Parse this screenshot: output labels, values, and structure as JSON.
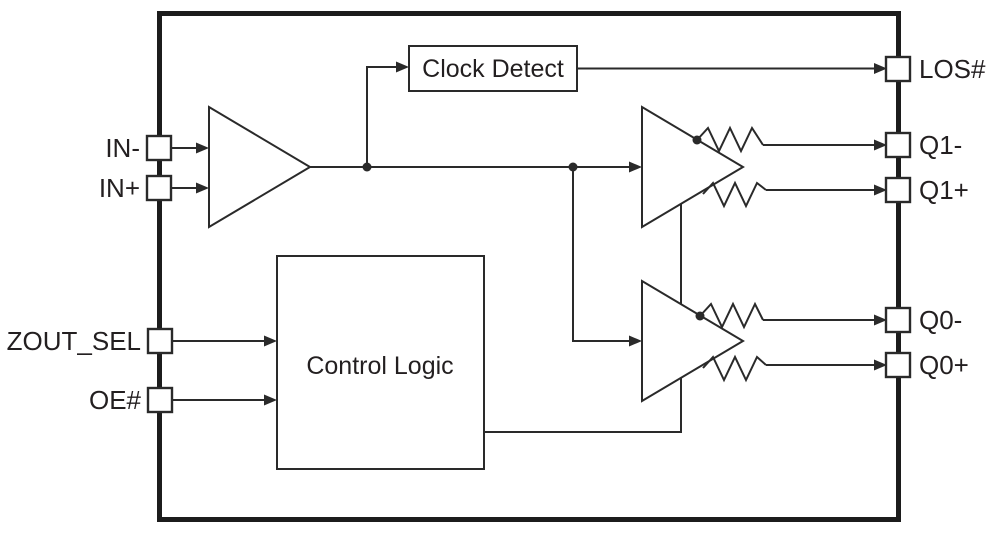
{
  "colors": {
    "line": "#2a2a2a",
    "text": "#231f20",
    "background": "#ffffff"
  },
  "blocks": {
    "clock_detect": {
      "label": "Clock Detect"
    },
    "control_logic": {
      "label": "Control Logic"
    }
  },
  "pins": {
    "in_minus": {
      "label": "IN-"
    },
    "in_plus": {
      "label": "IN+"
    },
    "zout_sel": {
      "label": "ZOUT_SEL"
    },
    "oe": {
      "label": "OE#"
    },
    "los": {
      "label": "LOS#"
    },
    "q1_minus": {
      "label": "Q1-"
    },
    "q1_plus": {
      "label": "Q1+"
    },
    "q0_minus": {
      "label": "Q0-"
    },
    "q0_plus": {
      "label": "Q0+"
    }
  },
  "symbols": {
    "junction_dot": "filled-circle",
    "arrowhead": "filled-right-triangle",
    "resistor": "zigzag",
    "buffer": "right-pointing-triangle"
  }
}
